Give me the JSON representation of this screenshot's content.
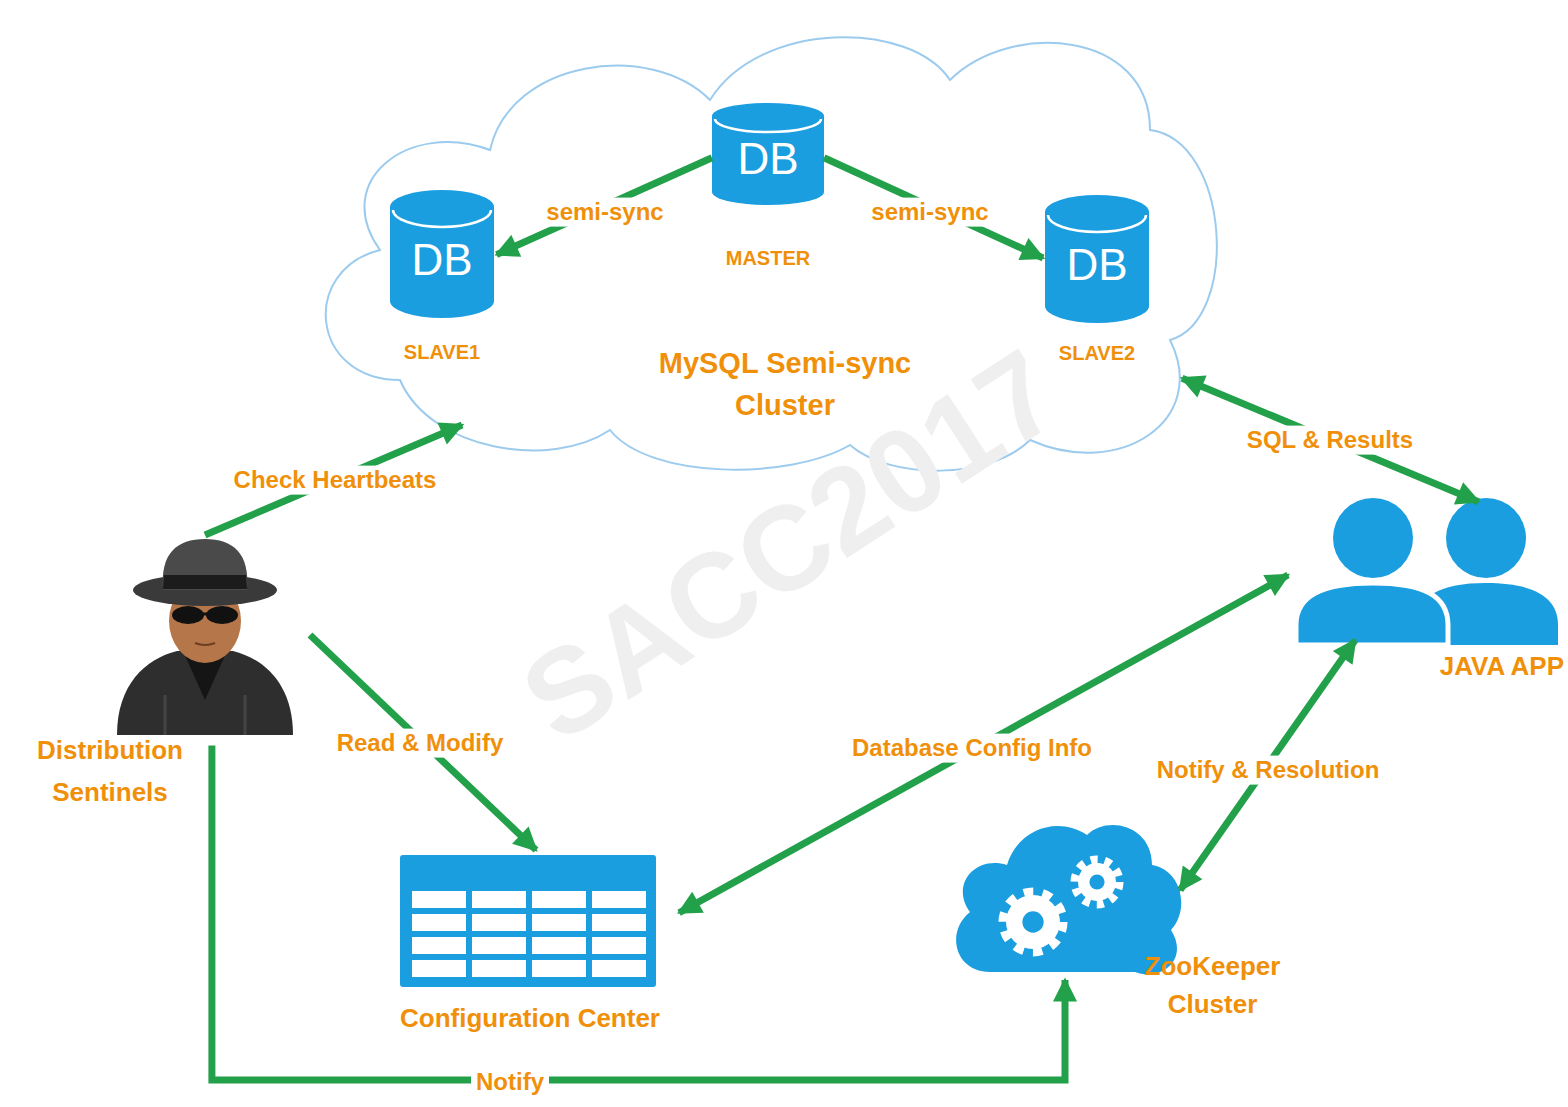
{
  "diagram": {
    "nodes": [
      {
        "text": [
          "MySQL Semi-sync Cluster"
        ]
      },
      {
        "text": [
          "DB",
          "MASTER"
        ],
        "in": 0
      },
      {
        "text": [
          "DB",
          "SLAVE1"
        ],
        "in": 0
      },
      {
        "text": [
          "DB",
          "SLAVE2"
        ],
        "in": 0
      },
      {
        "text": [
          "Distribution Sentinels"
        ]
      },
      {
        "text": [
          "JAVA APP"
        ]
      },
      {
        "text": [
          "Configuration Center"
        ]
      },
      {
        "text": [
          "ZooKeeper Cluster"
        ]
      }
    ],
    "edges": [
      {
        "from": 1,
        "to": 2,
        "label": "semi-sync",
        "arrow": "to"
      },
      {
        "from": 1,
        "to": 3,
        "label": "semi-sync",
        "arrow": "to"
      },
      {
        "from": 4,
        "to": 0,
        "label": "Check Heartbeats",
        "arrow": "to"
      },
      {
        "from": 0,
        "to": 5,
        "label": "SQL & Results",
        "arrow": "both"
      },
      {
        "from": 4,
        "to": 6,
        "label": "Read & Modify",
        "arrow": "to"
      },
      {
        "from": 5,
        "to": 6,
        "label": "Database Config Info",
        "arrow": "both"
      },
      {
        "from": 5,
        "to": 7,
        "label": "Notify & Resolution",
        "arrow": "both"
      },
      {
        "from": 4,
        "to": 7,
        "label": "Notify",
        "arrow": "to"
      }
    ],
    "labels": [
      "SACC2017"
    ]
  }
}
